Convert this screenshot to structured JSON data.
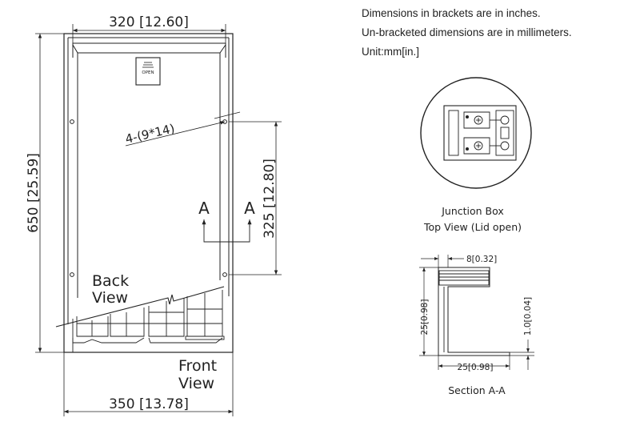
{
  "notes": [
    "Dimensions in brackets are in inches.",
    "Un-bracketed dimensions are in millimeters.",
    "Unit:mm[in.]"
  ],
  "panel": {
    "dim_top": "320 [12.60]",
    "dim_left": "650 [25.59]",
    "dim_right": "325 [12.80]",
    "dim_bottom": "350 [13.78]",
    "holes": "4-(9*14)",
    "section_mark": "A",
    "back_view": [
      "Back",
      "View"
    ],
    "front_view": [
      "Front",
      "View"
    ],
    "jbox_lid_text": "OPEN"
  },
  "junction_box": {
    "title": "Junction Box",
    "subtitle": "Top View (Lid open)"
  },
  "section": {
    "dim_lip": "8[0.32]",
    "dim_height": "25[0.98]",
    "dim_width": "25[0.98]",
    "dim_thickness": "1.0[0.04]",
    "title": "Section A-A"
  }
}
